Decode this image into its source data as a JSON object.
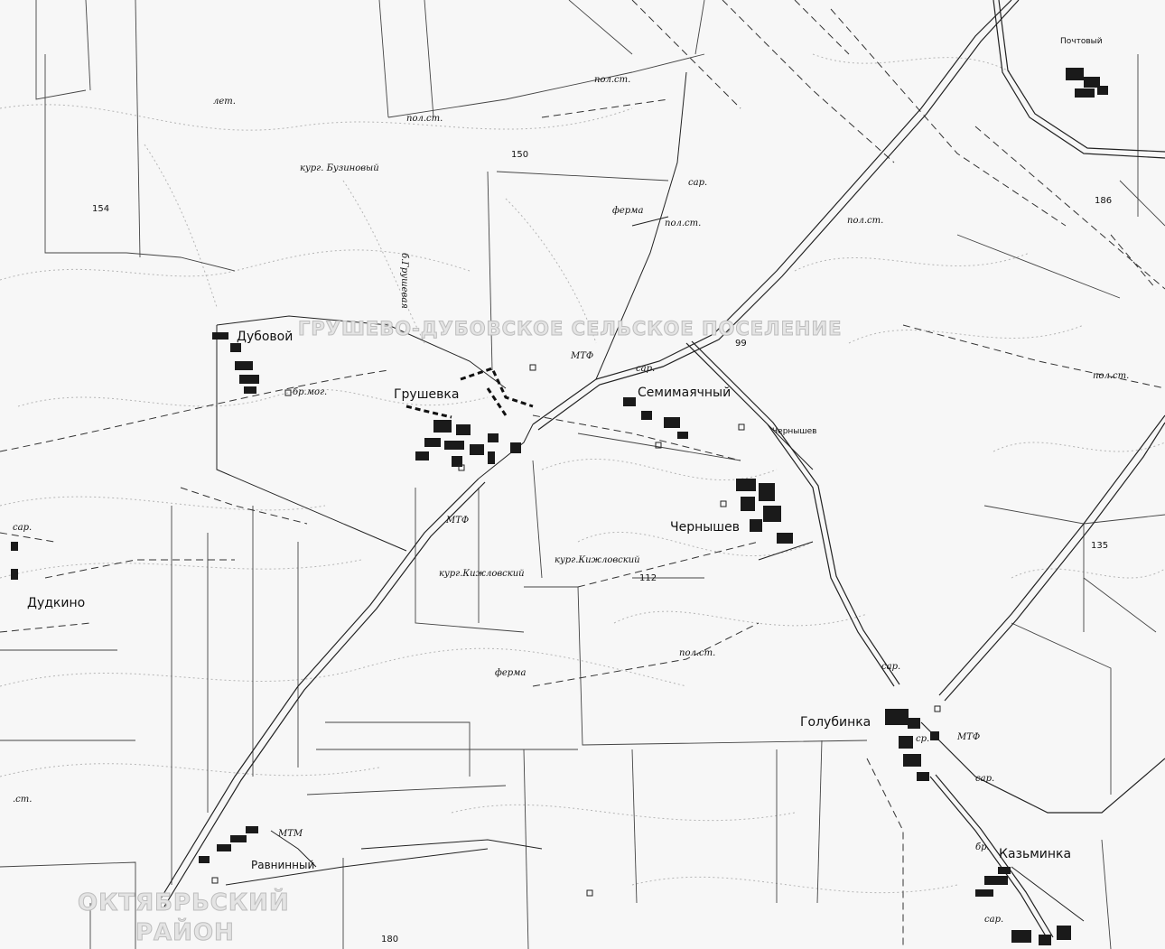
{
  "watermarks": {
    "settlement": "ГРУШЕВО-ДУБОВСКОЕ СЕЛЬСКОЕ ПОСЕЛЕНИЕ",
    "district_line1": "ОКТЯБРЬСКИЙ",
    "district_line2": "РАЙОН"
  },
  "towns": {
    "grushevka": "Грушевка",
    "dubovoy": "Дубовой",
    "semimayachny": "Семимаячный",
    "chernyshev": "Чернышев",
    "chernyshev_small": "Чернышев",
    "golubinka": "Голубинка",
    "kazminka": "Казьминка",
    "dudkino": "Дудкино",
    "ravninny": "Равнинный",
    "pochtovy": "Почтовый"
  },
  "annotations": {
    "kurg_buzinovy": "кург. Бузиновый",
    "balka_grusheva": "б.Грушевая",
    "kurg_kizhlovsky_1": "кург.Кижловский",
    "kurg_kizhlovsky_2": "кург.Кижловский",
    "let": "лет.",
    "br_mog": "бр.мог.",
    "mtf_1": "МТФ",
    "mtf_2": "МТФ",
    "mtf_3": "МТФ",
    "mtm": "МТМ",
    "ferma_1": "ферма",
    "ferma_2": "ферма",
    "pol_st_1": "пол.ст.",
    "pol_st_2": "пол.ст.",
    "pol_st_3": "пол.ст.",
    "pol_st_4": "пол.ст.",
    "pol_st_5": "пол.ст.",
    "pol_st_6": "пол.ст.",
    "pol_st_7": ".ст.",
    "sar_1": "сар.",
    "sar_2": "сар.",
    "sar_3": "сар.",
    "sar_4": "сар.",
    "sar_5": "сар.",
    "sar_6": "сар.",
    "sr": "ср.",
    "br": "бр."
  },
  "numbers": {
    "n154": "154",
    "n150": "150",
    "n186": "186",
    "n99": "99",
    "n112": "112",
    "n135": "135",
    "n180": "180"
  }
}
